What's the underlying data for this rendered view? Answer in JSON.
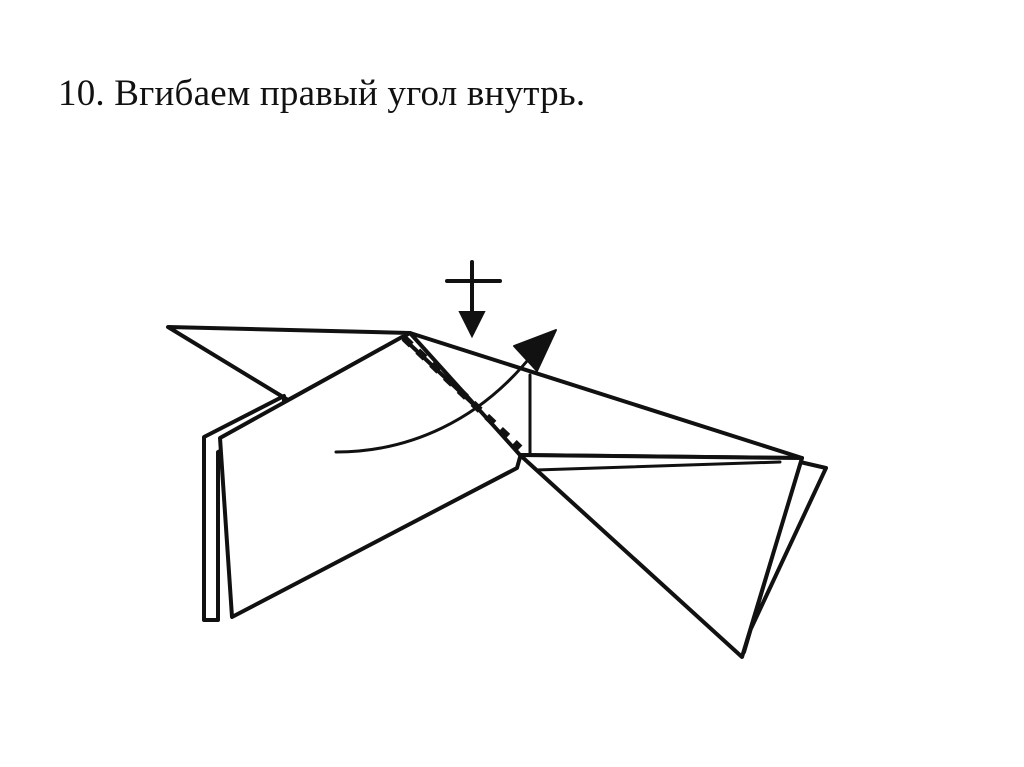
{
  "step": {
    "caption": "10. Вгибаем правый угол внутрь."
  },
  "diagram": {
    "ink_color": "#111111",
    "paper_color": "#ffffff",
    "symbols": [
      "push-down-arrow",
      "inside-reverse-fold-arrow",
      "dashed-fold-line"
    ]
  }
}
